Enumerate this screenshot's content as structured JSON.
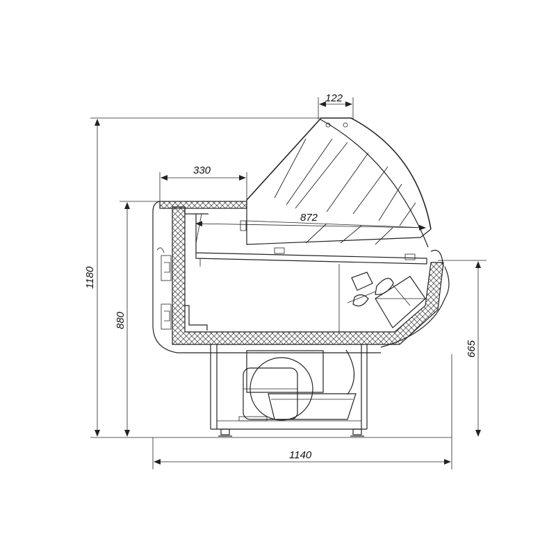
{
  "diagram": {
    "dimensions": {
      "top_glass_width": "122",
      "shelf_depth": "330",
      "display_depth": "872",
      "total_height": "1180",
      "counter_height": "880",
      "front_height": "665",
      "total_depth": "1140"
    }
  }
}
